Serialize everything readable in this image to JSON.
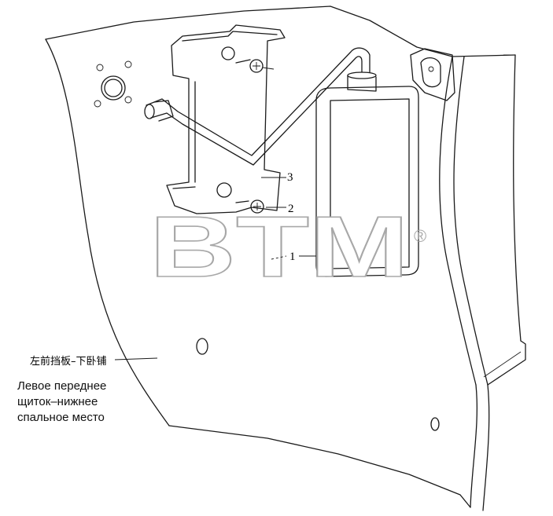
{
  "watermark": {
    "text": "BTM",
    "registered_mark": "®"
  },
  "callouts": [
    {
      "number": "1"
    },
    {
      "number": "2"
    },
    {
      "number": "3"
    }
  ],
  "panel_label": {
    "chinese": "左前挡板–下卧铺",
    "russian_lines": [
      "Левое переднее",
      "щиток–нижнее",
      "спальное место"
    ]
  }
}
